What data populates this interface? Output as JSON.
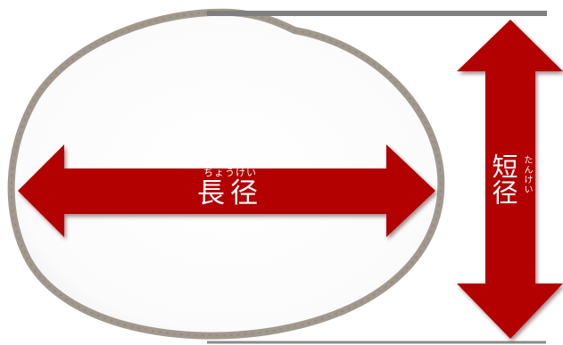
{
  "horizontal_label": {
    "text": "長径",
    "ruby": "ちょうけい"
  },
  "vertical_label": {
    "text": "短径",
    "ruby": "たんけい"
  },
  "colors": {
    "arrow_fill": "#b30000",
    "arrow_shadow": "#7a0000",
    "outline_stroke": "#9f968b",
    "guide_line": "#7f7f7f",
    "label_text": "#ffffff",
    "background": "#ffffff"
  },
  "icons": [
    "double-arrow-horizontal",
    "double-arrow-vertical",
    "egg-outline"
  ]
}
